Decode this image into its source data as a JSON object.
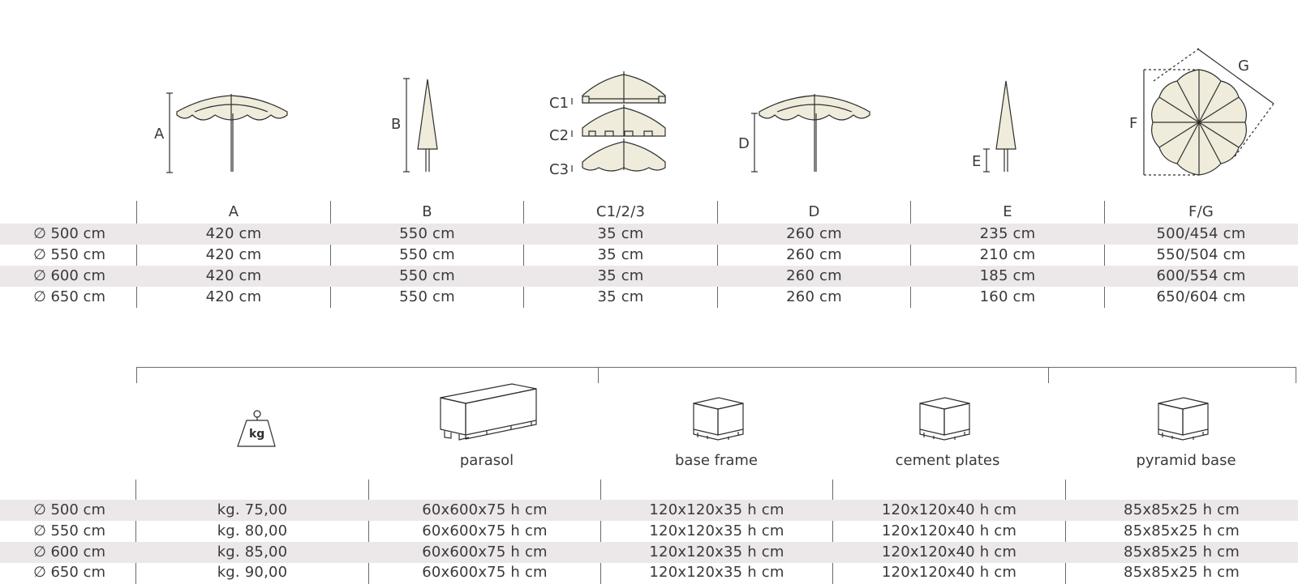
{
  "diagrams": {
    "label_a": "A",
    "label_b": "B",
    "label_c1": "C1",
    "label_c2": "C2",
    "label_c3": "C3",
    "label_d": "D",
    "label_e": "E",
    "label_f": "F",
    "label_g": "G"
  },
  "dimensions_table": {
    "headers": [
      "A",
      "B",
      "C1/2/3",
      "D",
      "E",
      "F/G"
    ],
    "rows": [
      {
        "size": "∅ 500 cm",
        "values": [
          "420 cm",
          "550 cm",
          "35 cm",
          "260 cm",
          "235 cm",
          "500/454 cm"
        ]
      },
      {
        "size": "∅ 550 cm",
        "values": [
          "420 cm",
          "550 cm",
          "35 cm",
          "260 cm",
          "210 cm",
          "550/504 cm"
        ]
      },
      {
        "size": "∅ 600 cm",
        "values": [
          "420 cm",
          "550 cm",
          "35 cm",
          "260 cm",
          "185 cm",
          "600/554 cm"
        ]
      },
      {
        "size": "∅ 650 cm",
        "values": [
          "420 cm",
          "550 cm",
          "35 cm",
          "260 cm",
          "160 cm",
          "650/604 cm"
        ]
      }
    ]
  },
  "packaging": {
    "weight_icon_text": "kg",
    "captions": [
      "parasol",
      "base frame",
      "cement plates",
      "pyramid base"
    ]
  },
  "packaging_table": {
    "rows": [
      {
        "size": "∅ 500 cm",
        "values": [
          "kg. 75,00",
          "60x600x75 h cm",
          "120x120x35 h cm",
          "120x120x40 h cm",
          "85x85x25 h cm"
        ]
      },
      {
        "size": "∅ 550 cm",
        "values": [
          "kg. 80,00",
          "60x600x75 h cm",
          "120x120x35 h cm",
          "120x120x40 h cm",
          "85x85x25 h cm"
        ]
      },
      {
        "size": "∅ 600 cm",
        "values": [
          "kg. 85,00",
          "60x600x75 h cm",
          "120x120x35 h cm",
          "120x120x40 h cm",
          "85x85x25 h cm"
        ]
      },
      {
        "size": "∅ 650 cm",
        "values": [
          "kg. 90,00",
          "60x600x75 h cm",
          "120x120x35 h cm",
          "120x120x40 h cm",
          "85x85x25 h cm"
        ]
      }
    ]
  },
  "colors": {
    "stripe": "#ece8e9",
    "canopy": "#efecdc",
    "line": "#2e2e2e"
  }
}
